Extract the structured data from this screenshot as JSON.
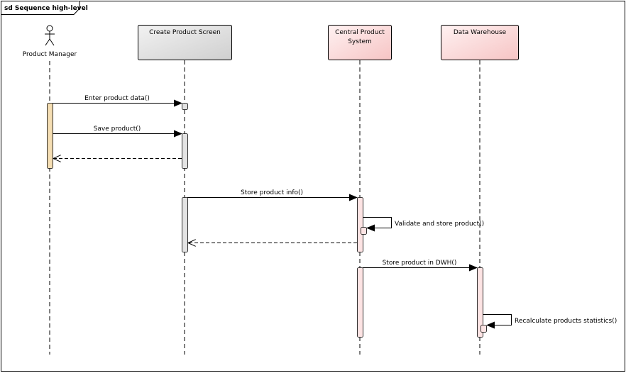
{
  "frame": {
    "title": "sd Sequence high-level"
  },
  "participants": [
    {
      "id": "pm",
      "label": "Product Manager",
      "kind": "actor"
    },
    {
      "id": "cps",
      "label": "Create Product Screen",
      "kind": "boundary"
    },
    {
      "id": "cpsys",
      "label_lines": [
        "Central Product",
        "System"
      ],
      "kind": "system"
    },
    {
      "id": "dwh",
      "label": "Data Warehouse",
      "kind": "system"
    }
  ],
  "messages": [
    {
      "from": "pm",
      "to": "cps",
      "label": "Enter product data()",
      "type": "sync"
    },
    {
      "from": "pm",
      "to": "cps",
      "label": "Save product()",
      "type": "sync"
    },
    {
      "from": "cps",
      "to": "pm",
      "label": "",
      "type": "return"
    },
    {
      "from": "cps",
      "to": "cpsys",
      "label": "Store product info()",
      "type": "sync"
    },
    {
      "from": "cpsys",
      "to": "cpsys",
      "label": "Validate and store product()",
      "type": "self"
    },
    {
      "from": "cpsys",
      "to": "cps",
      "label": "",
      "type": "return"
    },
    {
      "from": "cpsys",
      "to": "dwh",
      "label": "Store product in DWH()",
      "type": "sync"
    },
    {
      "from": "dwh",
      "to": "dwh",
      "label": "Recalculate products statistics()",
      "type": "self"
    }
  ],
  "colors": {
    "actor_activation": "#f5deb3",
    "screen_fill_top": "#f2f2f2",
    "screen_fill_bottom": "#d0d0d0",
    "system_fill_top": "#fff0f0",
    "system_fill_bottom": "#f6c6c6",
    "system_activation": "#fde4e4",
    "screen_activation": "#e4e4e4"
  }
}
